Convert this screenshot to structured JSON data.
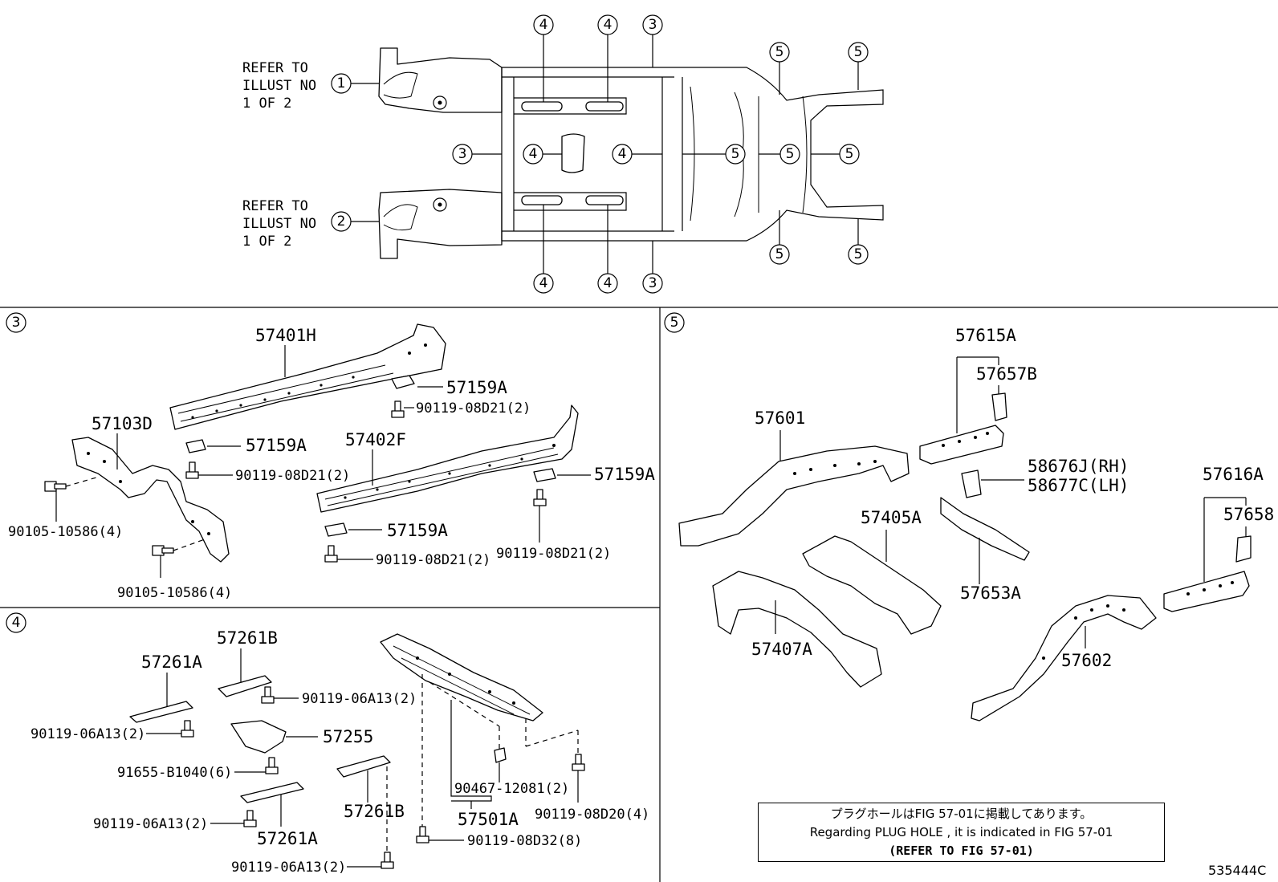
{
  "refer_top": {
    "line1": "REFER TO",
    "line2": "ILLUST NO",
    "line3": "1 OF 2",
    "circle": "1"
  },
  "refer_bottom": {
    "line1": "REFER TO",
    "line2": "ILLUST NO",
    "line3": "1 OF 2",
    "circle": "2"
  },
  "overview_callouts": {
    "c3": "3",
    "c4": "4",
    "c5": "5"
  },
  "section3": {
    "tag": "3",
    "labels": {
      "p57401H": "57401H",
      "p57159A_1": "57159A",
      "b1": "90119-08D21(2)",
      "p57103D": "57103D",
      "p57159A_2": "57159A",
      "b2": "90119-08D21(2)",
      "p57402F": "57402F",
      "p57159A_3": "57159A",
      "b3": "90105-10586(4)",
      "p57159A_4": "57159A",
      "b4": "90119-08D21(2)",
      "b5": "90119-08D21(2)",
      "b6": "90105-10586(4)"
    }
  },
  "section4": {
    "tag": "4",
    "labels": {
      "p57261B_1": "57261B",
      "p57261A_1": "57261A",
      "b1": "90119-06A13(2)",
      "b2": "90119-06A13(2)",
      "p57255": "57255",
      "b3": "91655-B1040(6)",
      "b4": "90119-06A13(2)",
      "p57261A_2": "57261A",
      "p57261B_2": "57261B",
      "b5": "90119-06A13(2)",
      "b6": "90467-12081(2)",
      "p57501A": "57501A",
      "b7": "90119-08D32(8)",
      "b8": "90119-08D20(4)"
    }
  },
  "section5": {
    "tag": "5",
    "labels": {
      "p57615A": "57615A",
      "p57657B": "57657B",
      "p57601": "57601",
      "p58676J": "58676J(RH)",
      "p58677C": "58677C(LH)",
      "p57405A": "57405A",
      "p57616A": "57616A",
      "p57658": "57658",
      "p57653A": "57653A",
      "p57407A": "57407A",
      "p57602": "57602"
    }
  },
  "note": {
    "line1": "プラグホールはFIG 57-01に掲載してあります。",
    "line2": "Regarding  PLUG  HOLE , it is indicated in FIG  57-01",
    "line3": "(REFER TO FIG 57-01)"
  },
  "figure_id": "535444C"
}
